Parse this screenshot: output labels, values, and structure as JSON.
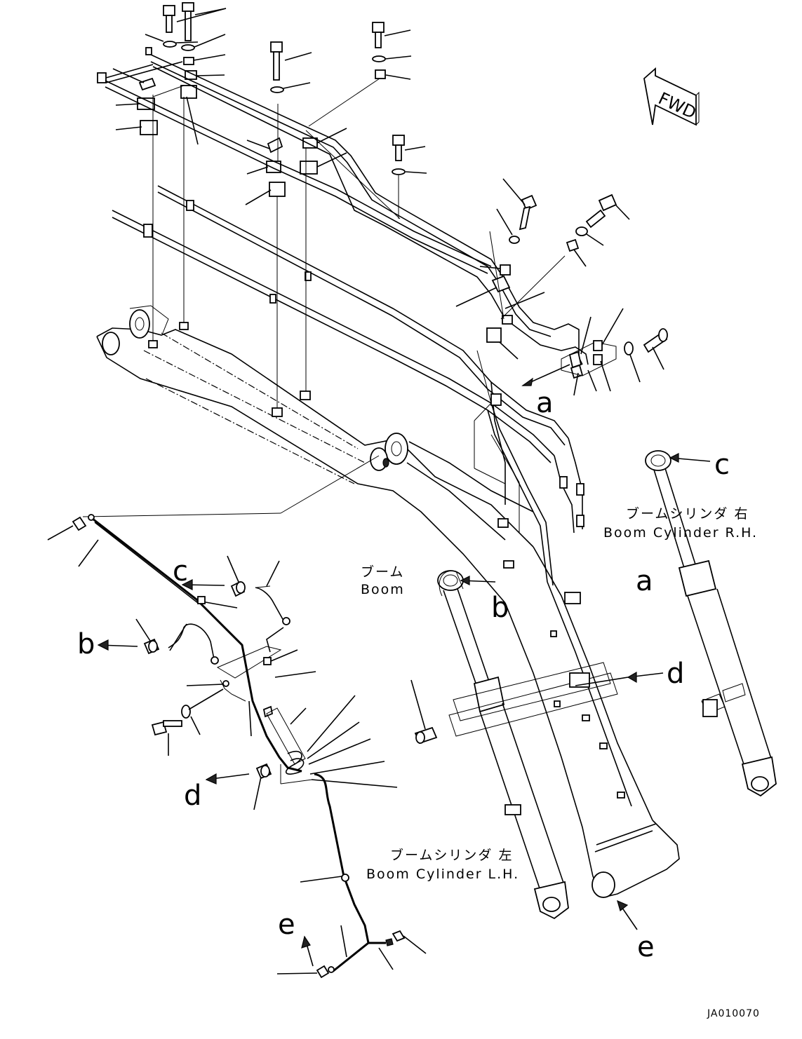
{
  "diagram": {
    "fwd_label": "FWD",
    "ref_letters": {
      "a": "a",
      "b": "b",
      "c": "c",
      "d": "d",
      "e": "e"
    },
    "components": {
      "boom_jp": "ブーム",
      "boom_en": "Boom",
      "cyl_rh_jp": "ブームシリンダ 右",
      "cyl_rh_en": "Boom Cylinder R.H.",
      "cyl_lh_jp": "ブームシリンダ 左",
      "cyl_lh_en": "Boom Cylinder L.H."
    },
    "drawing_id": "JA010070"
  }
}
